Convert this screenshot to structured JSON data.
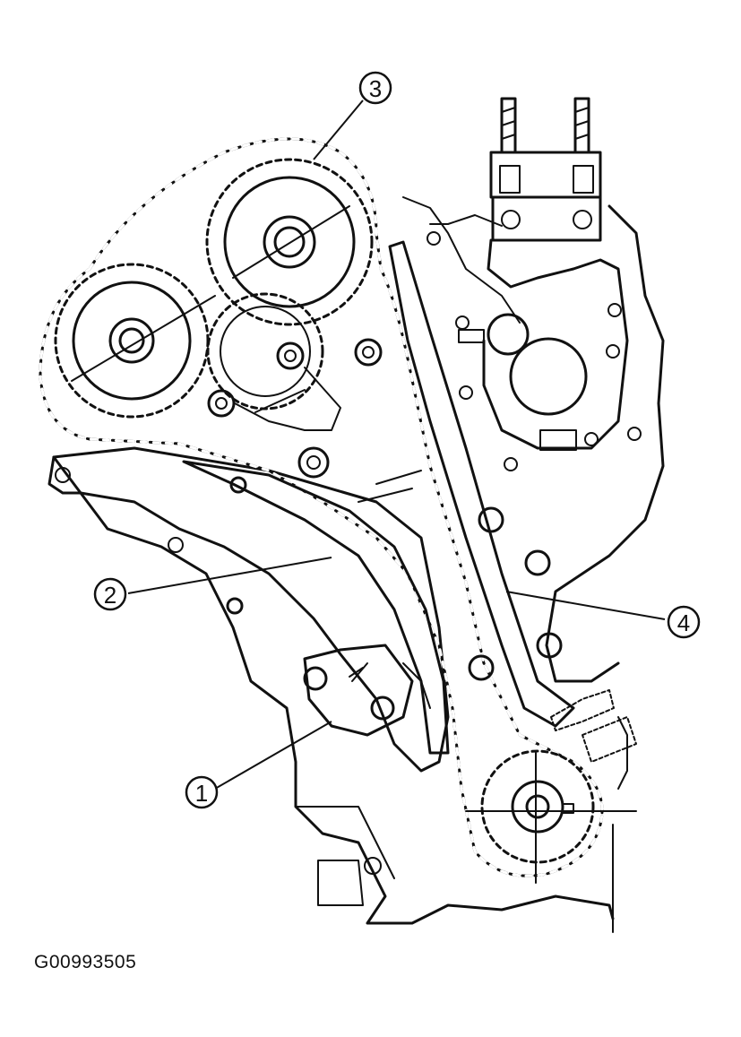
{
  "figure": {
    "id": "G00993505",
    "callouts": [
      {
        "label": "1",
        "part": "tensioner-arm"
      },
      {
        "label": "2",
        "part": "chain-guide"
      },
      {
        "label": "3",
        "part": "timing-chain"
      },
      {
        "label": "4",
        "part": "chain-guide"
      }
    ]
  },
  "colors": {
    "ink": "#111111",
    "background": "#ffffff"
  }
}
